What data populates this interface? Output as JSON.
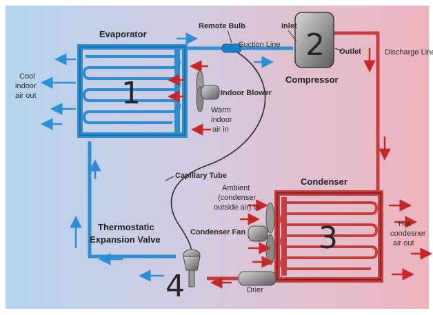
{
  "labels": {
    "evaporator": "Evaporator",
    "remote_bulb": "Remote Bulb",
    "inlet": "Inlet",
    "suction_line": "Suction Line",
    "outlet": "Outlet",
    "discharge_line": "Discharge Line",
    "compressor": "Compressor",
    "cool_air": [
      "Cool",
      "indoor",
      "air out"
    ],
    "indoor_blower": "Indoor Blower",
    "warm_air": [
      "Warm",
      "indoor",
      "air in"
    ],
    "capillary_tube": "Capillary Tube",
    "condenser": "Condenser",
    "ambient": [
      "Ambient",
      "(condenser",
      "outside air) in"
    ],
    "thermostatic_valve": [
      "Thermostatic",
      "Expansion Valve"
    ],
    "condenser_fan": "Condenser Fan",
    "hot_air": [
      "Hot",
      "condesner",
      "air out"
    ],
    "drier": "Drier"
  },
  "numbers": {
    "evaporator": "1",
    "compressor": "2",
    "condenser": "3",
    "valve": "4"
  },
  "colors": {
    "cold_line": "#2e8fd0",
    "hot_line": "#c4403e",
    "cold_arrow": "#2a8fd6",
    "hot_arrow": "#c62828",
    "bg_left": "#b7d6ee",
    "bg_right": "#efb6bf"
  }
}
